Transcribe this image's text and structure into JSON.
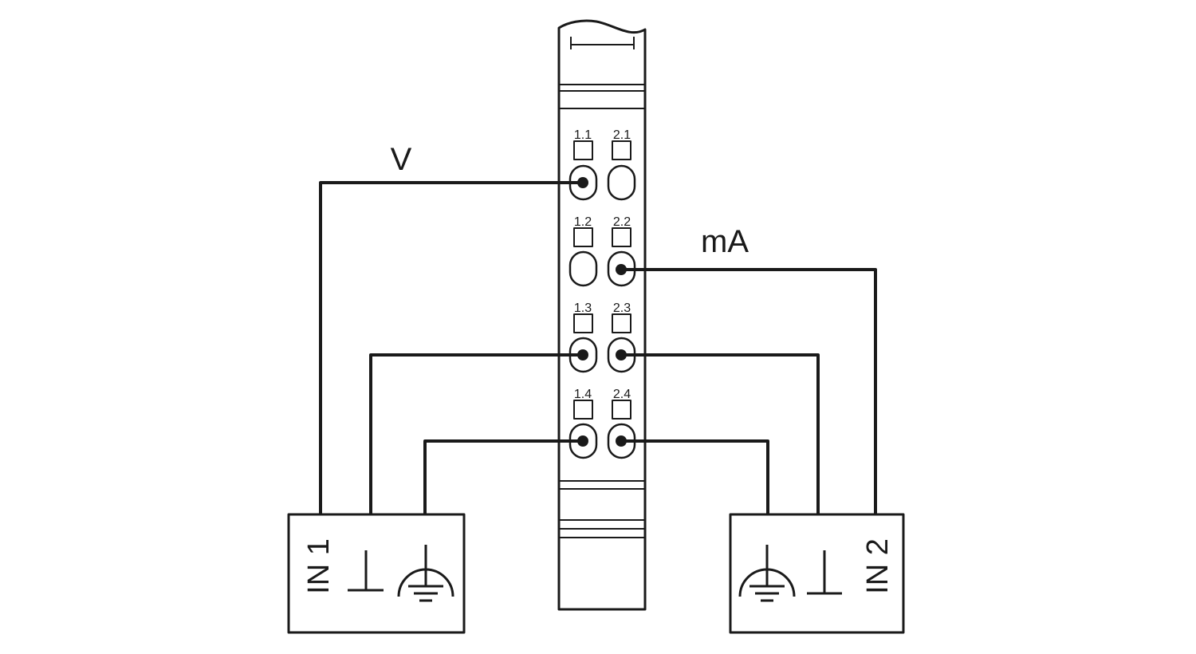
{
  "module": {
    "terminals": [
      {
        "id": "1.1",
        "label": "1.1",
        "connected": true
      },
      {
        "id": "2.1",
        "label": "2.1",
        "connected": false
      },
      {
        "id": "1.2",
        "label": "1.2",
        "connected": false
      },
      {
        "id": "2.2",
        "label": "2.2",
        "connected": true
      },
      {
        "id": "1.3",
        "label": "1.3",
        "connected": true
      },
      {
        "id": "2.3",
        "label": "2.3",
        "connected": true
      },
      {
        "id": "1.4",
        "label": "1.4",
        "connected": true
      },
      {
        "id": "2.4",
        "label": "2.4",
        "connected": true
      }
    ]
  },
  "signals": {
    "voltage_label": "V",
    "current_label": "mA"
  },
  "inputs": {
    "in1_label": "IN 1",
    "in2_label": "IN 2"
  },
  "colors": {
    "line": "#1a1a1a",
    "background": "#ffffff"
  }
}
